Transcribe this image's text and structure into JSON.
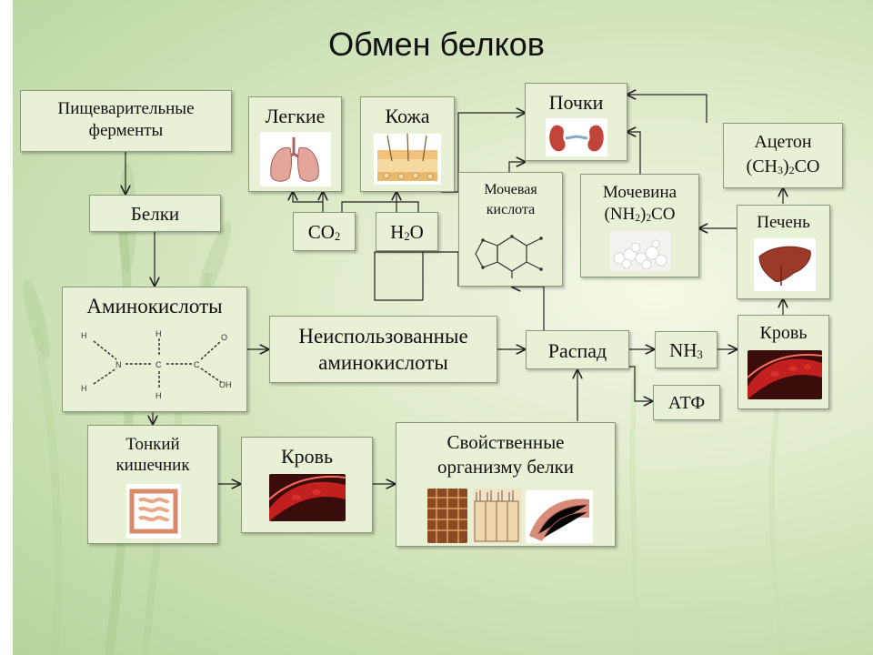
{
  "title": "Обмен белков",
  "nodes": {
    "enzymes": "Пищеварительные ферменты",
    "proteins": "Белки",
    "amino_acids": "Аминокислоты",
    "lungs": "Легкие",
    "skin": "Кожа",
    "kidneys": "Почки",
    "acetone": "Ацетон",
    "acetone_formula": "(CH3)2CO",
    "co2": "CO2",
    "h2o": "H2O",
    "uric_acid": "Мочевая кислота",
    "urea": "Мочевина",
    "urea_formula": "(NH2)2CO",
    "liver": "Печень",
    "unused_amino": "Неиспользованные аминокислоты",
    "breakdown": "Распад",
    "nh3": "NH3",
    "blood_right": "Кровь",
    "atp": "АТФ",
    "small_intestine": "Тонкий кишечник",
    "blood_bottom": "Кровь",
    "own_proteins": "Свойственные организму белки"
  },
  "molecule_labels": {
    "h": "H",
    "n": "N",
    "c": "C",
    "o": "O",
    "oh": "OH"
  },
  "colors": {
    "box_fill": "#e8f1d6",
    "box_border": "#8a9a7a",
    "arrow": "#222222"
  }
}
